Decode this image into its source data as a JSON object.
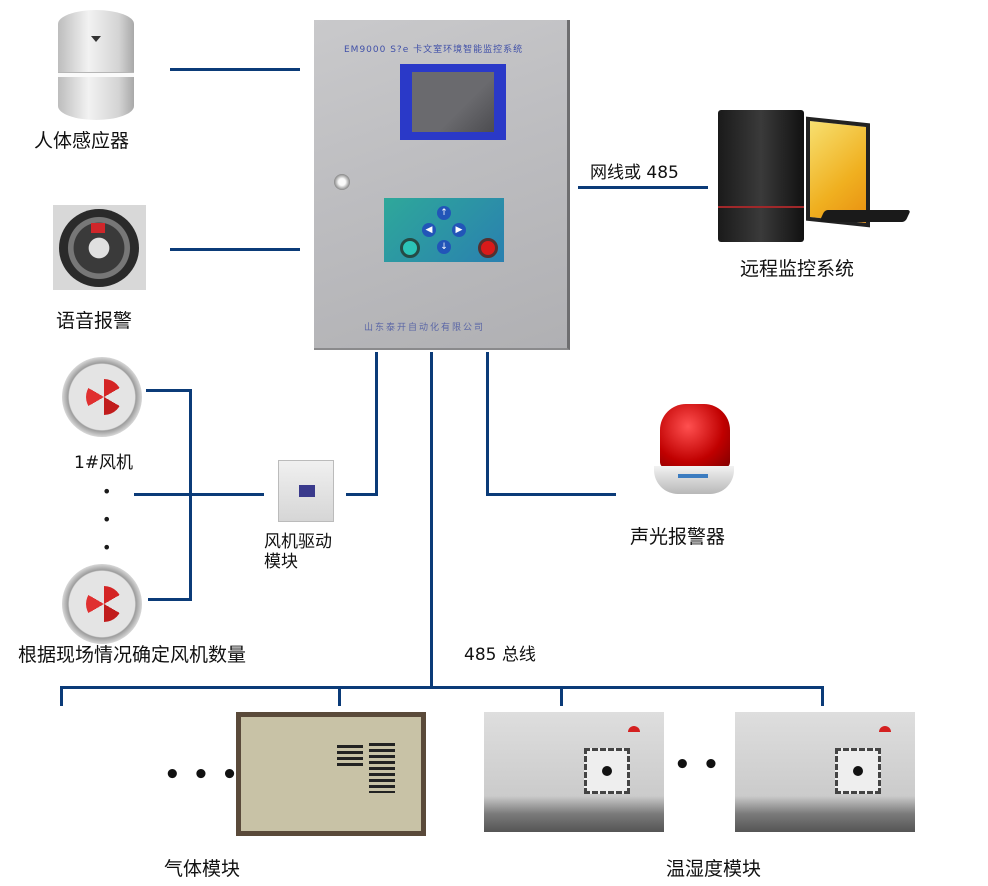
{
  "diagram": {
    "type": "system-topology",
    "theme": {
      "line_color": "#0b3b78",
      "background": "#ffffff"
    }
  },
  "controller": {
    "title": "EM9000 S?e 卡文室环境智能监控系统",
    "footer": "山东泰开自动化有限公司",
    "panel_arrows": [
      "↑",
      "↓",
      "◀",
      "▶"
    ]
  },
  "devices": {
    "pir": {
      "label": "人体感应器",
      "icon": "motion-sensor-icon"
    },
    "speaker": {
      "label": "语音报警",
      "icon": "speaker-icon"
    },
    "fan1": {
      "label": "1#风机",
      "icon": "fan-icon"
    },
    "fan_n": {
      "label": "根据现场情况确定风机数量",
      "icon": "fan-icon"
    },
    "fan_driver": {
      "label_line1": "风机驱动",
      "label_line2": "模块",
      "icon": "contactor-icon"
    },
    "remote": {
      "label": "远程监控系统",
      "icon": "computer-icon"
    },
    "beacon": {
      "label": "声光报警器",
      "icon": "alarm-beacon-icon"
    },
    "gas": {
      "label": "气体模块",
      "icon": "gas-module-icon"
    },
    "th": {
      "label": "温湿度模块",
      "icon": "temp-humidity-module-icon"
    }
  },
  "links": {
    "remote_link": "网线或 485",
    "bus": "485 总线"
  },
  "ellipsis": "•••",
  "vertical_ellipsis": [
    "•",
    "•",
    "•"
  ]
}
